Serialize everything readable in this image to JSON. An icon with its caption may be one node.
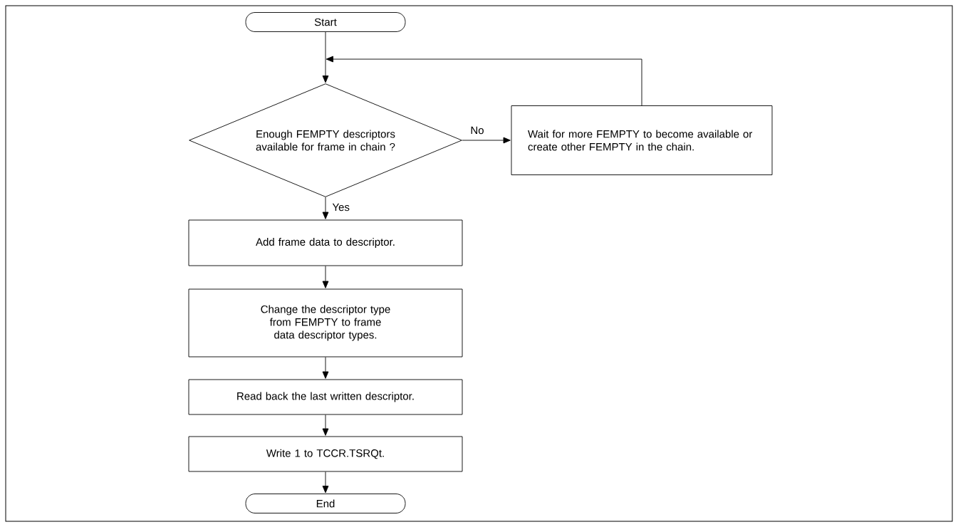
{
  "diagram": {
    "nodes": [
      {
        "text": [
          "Start"
        ]
      },
      {
        "text": [
          "Enough FEMPTY descriptors available for frame in chain ?"
        ]
      },
      {
        "text": [
          "Wait for more FEMPTY to become available or create other FEMPTY in the chain."
        ]
      },
      {
        "text": [
          "Add frame data to descriptor."
        ]
      },
      {
        "text": [
          "Change the descriptor type from FEMPTY to frame data descriptor types."
        ]
      },
      {
        "text": [
          "Read back the last written descriptor."
        ]
      },
      {
        "text": [
          "Write 1 to TCCR.TSRQt."
        ]
      },
      {
        "text": [
          "End"
        ]
      }
    ],
    "edges": [
      {
        "from": 0,
        "to": 1,
        "arrow": "to"
      },
      {
        "from": 1,
        "to": 2,
        "arrow": "to",
        "label": "No"
      },
      {
        "from": 2,
        "to": 1,
        "arrow": "to"
      },
      {
        "from": 1,
        "to": 3,
        "arrow": "to",
        "label": "Yes"
      },
      {
        "from": 3,
        "to": 4,
        "arrow": "to"
      },
      {
        "from": 4,
        "to": 5,
        "arrow": "to"
      },
      {
        "from": 5,
        "to": 6,
        "arrow": "to"
      },
      {
        "from": 6,
        "to": 7,
        "arrow": "to"
      }
    ]
  }
}
